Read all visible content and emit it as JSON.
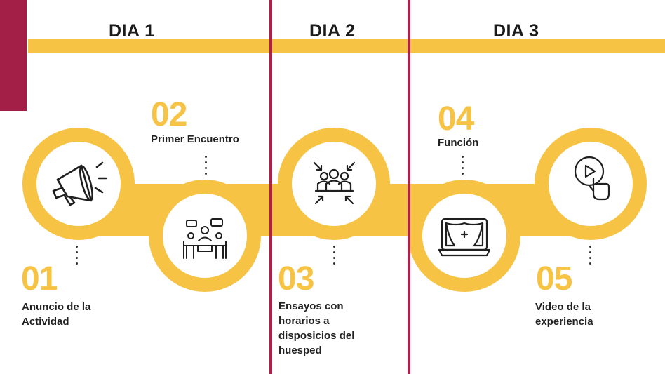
{
  "colors": {
    "accent_yellow": "#F6C344",
    "divider_crimson": "#B31E4B",
    "corner_crimson": "#A41F47",
    "icon_dark": "#1F1F1F"
  },
  "days": [
    "DIA 1",
    "DIA 2",
    "DIA 3"
  ],
  "steps": [
    {
      "number": "01",
      "label_lines": [
        "Anuncio de la",
        "Actividad"
      ],
      "icon": "megaphone-icon"
    },
    {
      "number": "02",
      "label_lines": [
        "Primer Encuentro"
      ],
      "icon": "meeting-icon"
    },
    {
      "number": "03",
      "label_lines": [
        "Ensayos con",
        "horarios a",
        "disposicios del",
        "huesped"
      ],
      "icon": "team-gather-icon"
    },
    {
      "number": "04",
      "label_lines": [
        "Función"
      ],
      "icon": "stage-curtain-icon"
    },
    {
      "number": "05",
      "label_lines": [
        "Video de la",
        "experiencia"
      ],
      "icon": "play-touch-icon"
    }
  ]
}
